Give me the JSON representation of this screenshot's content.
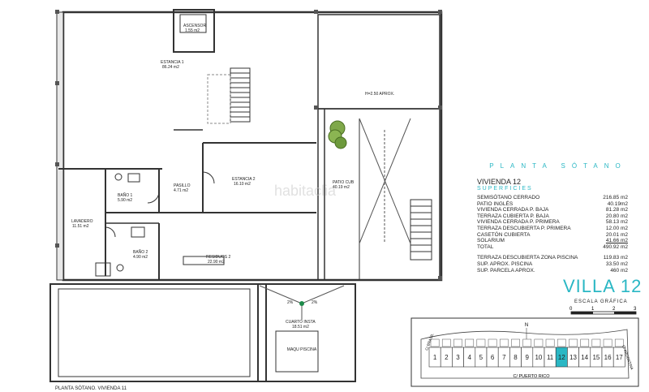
{
  "rooms": {
    "ascensor": "ASCENSOR",
    "ascensor_area": "1.55 m2",
    "estancia1": "ESTANCIA 1",
    "estancia1_area": "86.24 m2",
    "estancia2": "ESTANCIA 2",
    "estancia2_area": "16.10 m2",
    "patio_cub": "PATIO CUB",
    "patio_area": "40.19 m2",
    "lavadero": "LAVADERO",
    "lavadero_area": "11.51 m2",
    "bano1": "BAÑO 1",
    "bano1_area": "5.90 m2",
    "bano2": "BAÑO 2",
    "bano2_area": "4.90 m2",
    "pasillo": "PASILLO",
    "pasillo_area": "4.71 m2",
    "residuos": "RESIDUOS 2",
    "residuos_area": "22.90 m2",
    "cuarto_instal": "CUARTO INSTA",
    "cuarto_area": "18.51 m2",
    "maqu_piscina": "MAQU PISCINA",
    "h_aprox": "H=2.50 APROX.",
    "slope_left": "2%",
    "slope_right": "2%"
  },
  "watermark": "habitaclia",
  "legend": {
    "planta": "PLANTA SÓTANO",
    "vivienda": "VIVIENDA 12",
    "superficies": "SUPERFICIES",
    "rows": [
      {
        "label": "SEMISÓTANO CERRADO",
        "value": "216.85 m2"
      },
      {
        "label": "PATIO INGLÉS",
        "value": "40.19m2"
      },
      {
        "label": "VIVIENDA CERRADA P. BAJA",
        "value": "81.28 m2"
      },
      {
        "label": "TERRAZA CUBIERTA P. BAJA",
        "value": "20.80 m2"
      },
      {
        "label": "VIVIENDA CERRADA P. PRIMERA",
        "value": "58.13 m2"
      },
      {
        "label": "TERRAZA DESCUBIERTA P. PRIMERA",
        "value": "12.00 m2"
      },
      {
        "label": "CASETÓN CUBIERTA",
        "value": "20.01 m2"
      },
      {
        "label": "SOLARIUM",
        "value": "41.66 m2"
      },
      {
        "label": "TOTAL",
        "value": "490.92 m2"
      }
    ],
    "rows2": [
      {
        "label": "TERRAZA DESCUBIERTA ZONA PISCINA",
        "value": "119.83 m2"
      },
      {
        "label": "SUP. APROX. PISCINA",
        "value": "33.50 m2"
      },
      {
        "label": "SUP. PARCELA APROX.",
        "value": "460 m2"
      }
    ]
  },
  "villa": "VILLA 12",
  "escala": "ESCALA GRÁFICA",
  "scale_ticks": [
    "0",
    "1",
    "2",
    "3"
  ],
  "site": {
    "north": "N",
    "street_bottom": "C/ PUERTO RICO",
    "street_left": "C/ BRASIL",
    "street_right": "C/ ARGENTINA",
    "lots": [
      "1",
      "2",
      "3",
      "4",
      "5",
      "6",
      "7",
      "8",
      "9",
      "10",
      "11",
      "12",
      "13",
      "14",
      "15",
      "16",
      "17"
    ],
    "highlight_lot": "12",
    "highlight_color": "#2ab7c4"
  },
  "caption": "PLANTA SÓTANO. VIVIENDA 11"
}
